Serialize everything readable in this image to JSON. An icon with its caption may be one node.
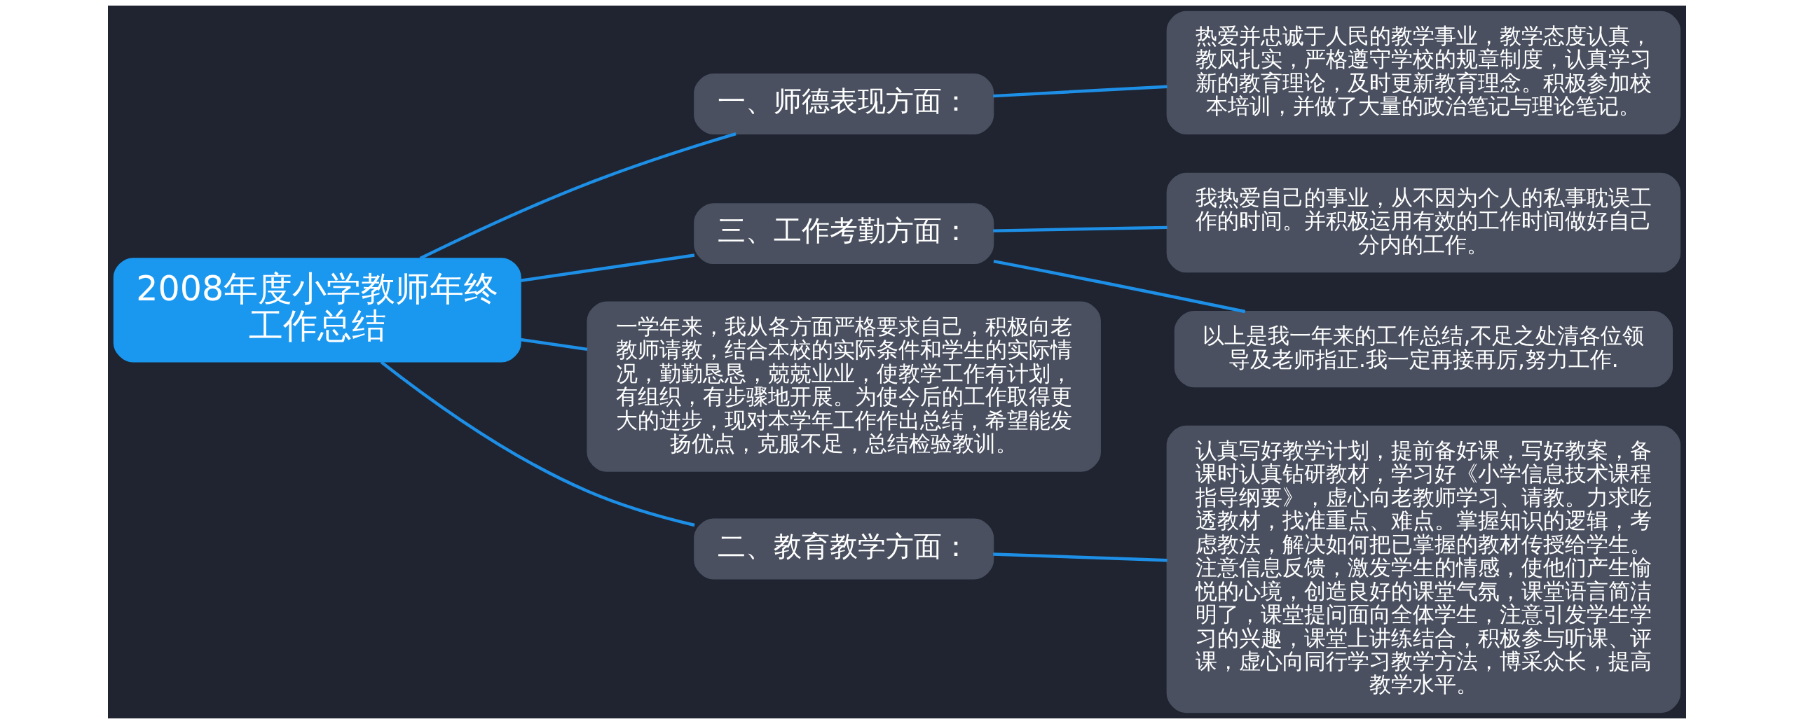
{
  "diagram": {
    "nodes": [
      {
        "text": [
          "2008年度小学教师年终工作总结"
        ]
      },
      {
        "text": [
          "一、师德表现方面："
        ]
      },
      {
        "text": [
          "热爱并忠诚于人民的教学事业，教学态度认真，教风扎实，严格遵守学校的规章制度，认真学习新的教育理论，及时更新教育理念。积极参加校本培训，并做了大量的政治笔记与理论笔记。"
        ]
      },
      {
        "text": [
          "三、工作考勤方面："
        ]
      },
      {
        "text": [
          "我热爱自己的事业，从不因为个人的私事耽误工作的时间。并积极运用有效的工作时间做好自己分内的工作。"
        ]
      },
      {
        "text": [
          "以上是我一年来的工作总结,不足之处清各位领导及老师指正.我一定再接再厉,努力工作."
        ]
      },
      {
        "text": [
          "一学年来，我从各方面严格要求自己，积极向老教师请教，结合本校的实际条件和学生的实际情况，勤勤恳恳，兢兢业业，使教学工作有计划，有组织，有步骤地开展。为使今后的工作取得更大的进步，现对本学年工作作出总结，希望能发扬优点，克服不足，总结检验教训。"
        ]
      },
      {
        "text": [
          "二、教育教学方面："
        ]
      },
      {
        "text": [
          "认真写好教学计划，提前备好课，写好教案，备课时认真钻研教材，学习好《小学信息技术课程指导纲要》，虚心向老教师学习、请教。力求吃透教材，找准重点、难点。掌握知识的逻辑，考虑教法，解决如何把已掌握的教材传授给学生。注意信息反馈，激发学生的情感，使他们产生愉悦的心境，创造良好的课堂气氛，课堂语言简洁明了，课堂提问面向全体学生，注意引发学生学习的兴趣，课堂上讲练结合，积极参与听课、评课，虚心向同行学习教学方法，博采众长，提高教学水平。"
        ]
      }
    ],
    "edges": [
      {
        "from": 0,
        "to": 1,
        "arrow": "none"
      },
      {
        "from": 1,
        "to": 2,
        "arrow": "none"
      },
      {
        "from": 0,
        "to": 3,
        "arrow": "none"
      },
      {
        "from": 3,
        "to": 4,
        "arrow": "none"
      },
      {
        "from": 3,
        "to": 5,
        "arrow": "none"
      },
      {
        "from": 0,
        "to": 6,
        "arrow": "none"
      },
      {
        "from": 0,
        "to": 7,
        "arrow": "none"
      },
      {
        "from": 7,
        "to": 8,
        "arrow": "none"
      }
    ]
  }
}
